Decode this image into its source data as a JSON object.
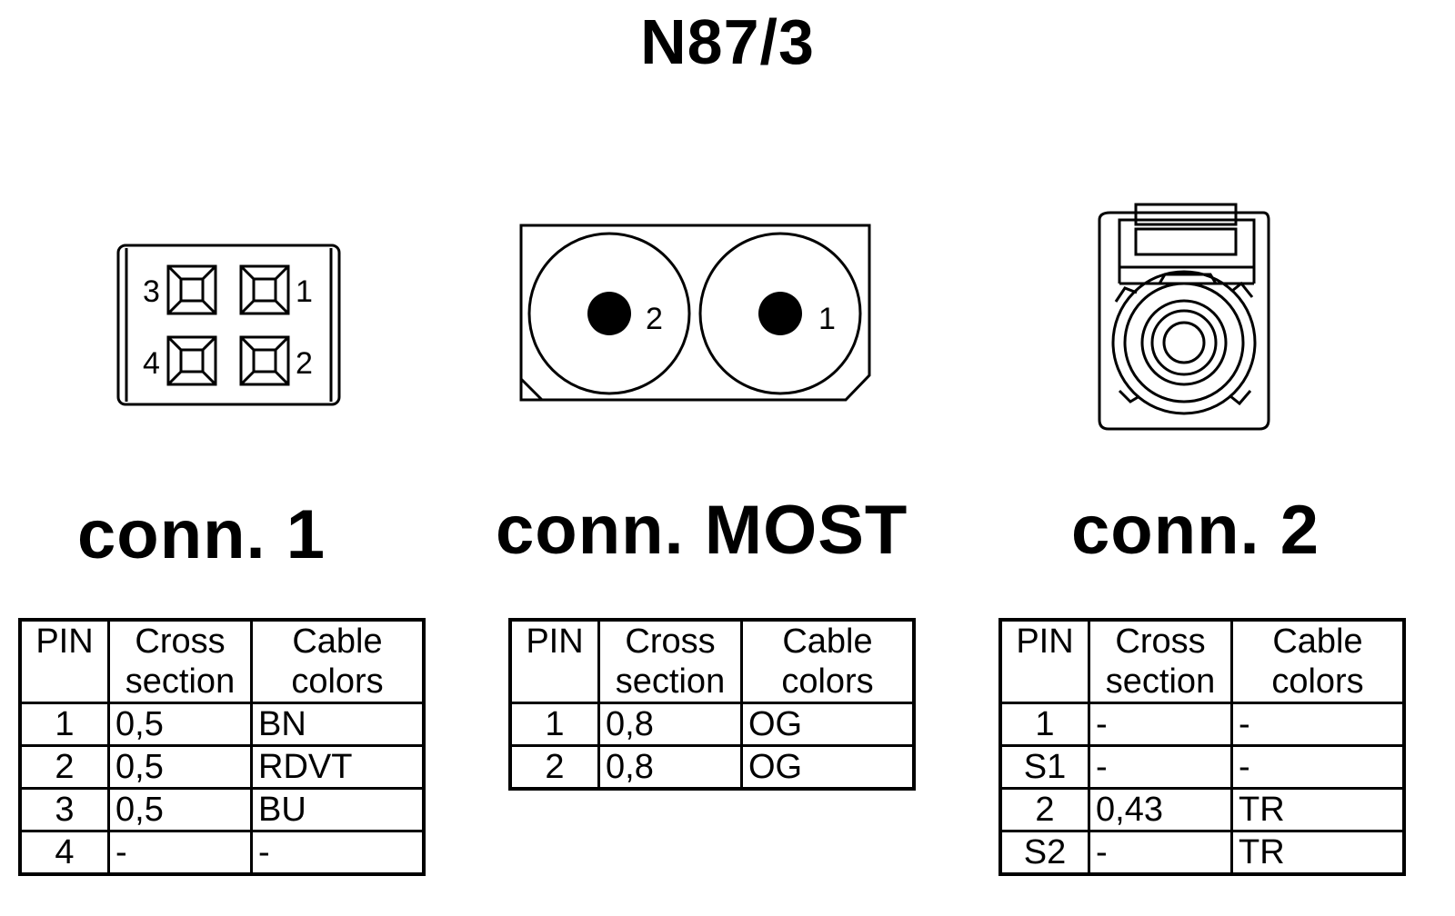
{
  "title": "N87/3",
  "headers": {
    "pin": "PIN",
    "cross": "Cross section",
    "colors": "Cable colors"
  },
  "connectors": [
    {
      "label": "conn. 1",
      "pin_labels": [
        "3",
        "1",
        "4",
        "2"
      ],
      "rows": [
        {
          "pin": "1",
          "cross": "0,5",
          "color": "BN"
        },
        {
          "pin": "2",
          "cross": "0,5",
          "color": "RDVT"
        },
        {
          "pin": "3",
          "cross": "0,5",
          "color": "BU"
        },
        {
          "pin": "4",
          "cross": "-",
          "color": "-"
        }
      ]
    },
    {
      "label": "conn. MOST",
      "pin_labels": [
        "2",
        "1"
      ],
      "rows": [
        {
          "pin": "1",
          "cross": "0,8",
          "color": "OG"
        },
        {
          "pin": "2",
          "cross": "0,8",
          "color": "OG"
        }
      ]
    },
    {
      "label": "conn. 2",
      "rows": [
        {
          "pin": "1",
          "cross": "-",
          "color": "-"
        },
        {
          "pin": "S1",
          "cross": "-",
          "color": "-"
        },
        {
          "pin": "2",
          "cross": "0,43",
          "color": "TR"
        },
        {
          "pin": "S2",
          "cross": "-",
          "color": "TR"
        }
      ]
    }
  ]
}
